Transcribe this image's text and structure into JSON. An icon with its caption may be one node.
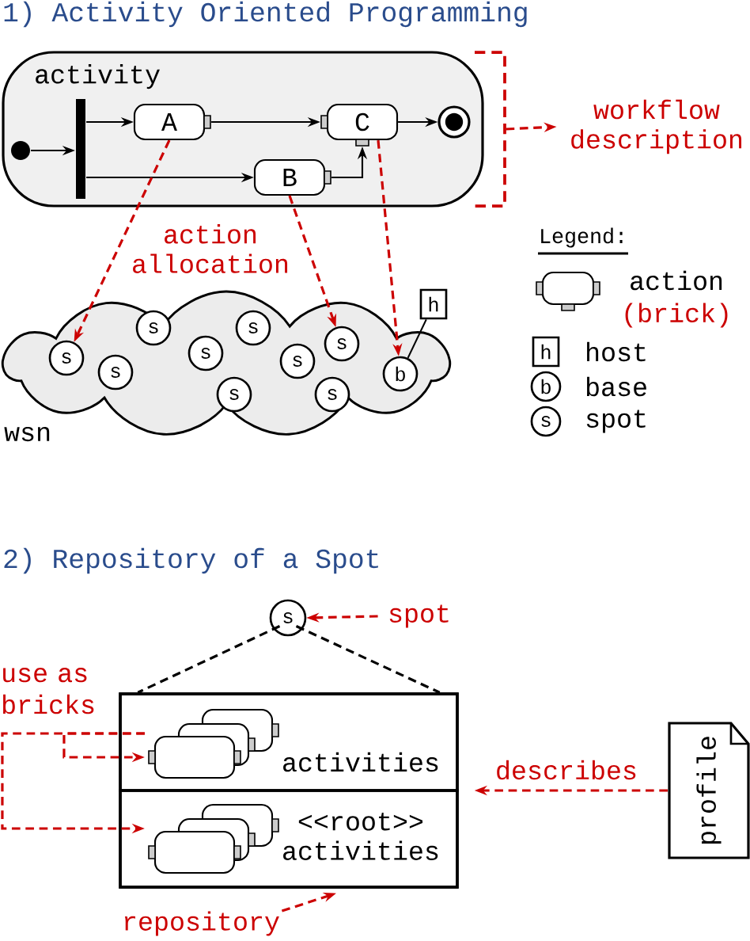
{
  "diagram": {
    "title": "1) Activity Oriented Programming",
    "nodes": [
      {
        "text": [
          "activity"
        ]
      },
      {
        "text": [],
        "shape": "circle",
        "in": 0
      },
      {
        "text": [],
        "shape": "bar",
        "in": 0
      },
      {
        "text": [
          "A"
        ],
        "in": 0
      },
      {
        "text": [
          "C"
        ],
        "in": 0
      },
      {
        "text": [],
        "shape": "circle",
        "in": 0
      },
      {
        "text": [
          "B"
        ],
        "in": 0
      },
      {
        "text": [
          "workflow description"
        ]
      },
      {
        "text": [
          "wsn"
        ]
      },
      {
        "text": [
          "s"
        ],
        "in": 8
      },
      {
        "text": [
          "s"
        ],
        "in": 8
      },
      {
        "text": [
          "s"
        ],
        "in": 8
      },
      {
        "text": [
          "s"
        ],
        "in": 8
      },
      {
        "text": [
          "s"
        ],
        "in": 8
      },
      {
        "text": [
          "s"
        ],
        "in": 8
      },
      {
        "text": [
          "s"
        ],
        "in": 8
      },
      {
        "text": [
          "s"
        ],
        "in": 8
      },
      {
        "text": [
          "s"
        ],
        "in": 8
      },
      {
        "text": [
          "b"
        ],
        "in": 8
      },
      {
        "text": [
          "h"
        ]
      },
      {
        "text": [
          "s"
        ]
      },
      {
        "text": [
          "spot"
        ]
      },
      {
        "text": [],
        "shape": "box"
      },
      {
        "text": [
          "activities"
        ],
        "in": 22
      },
      {
        "text": [],
        "shape": "box",
        "in": 23
      },
      {
        "text": [
          "<<root>> activities"
        ],
        "in": 22
      },
      {
        "text": [],
        "shape": "box",
        "in": 25
      },
      {
        "text": [
          "profile"
        ]
      },
      {
        "text": [
          "repository"
        ]
      }
    ],
    "edges": [
      {
        "from": 1,
        "to": 2,
        "arrow": "to"
      },
      {
        "from": 2,
        "to": 3,
        "arrow": "to"
      },
      {
        "from": 2,
        "to": 6,
        "arrow": "to"
      },
      {
        "from": 3,
        "to": 4,
        "arrow": "to"
      },
      {
        "from": 6,
        "to": 4,
        "arrow": "to"
      },
      {
        "from": 4,
        "to": 5,
        "arrow": "to"
      },
      {
        "from": 0,
        "to": 7,
        "arrow": "to",
        "style": "dashed",
        "color": "#cc0000"
      },
      {
        "from": 3,
        "to": 9,
        "arrow": "to",
        "style": "dashed",
        "color": "#cc0000"
      },
      {
        "from": 6,
        "to": 17,
        "arrow": "to",
        "style": "dashed",
        "color": "#cc0000"
      },
      {
        "from": 4,
        "to": 18,
        "arrow": "to",
        "style": "dashed",
        "color": "#cc0000"
      },
      {
        "from": 19,
        "to": 18,
        "arrow": "none"
      },
      {
        "from": 21,
        "to": 20,
        "arrow": "to",
        "style": "dashed",
        "color": "#cc0000"
      },
      {
        "from": 20,
        "to": 22,
        "arrow": "none",
        "style": "dashed"
      },
      {
        "from": 20,
        "to": 22,
        "arrow": "none",
        "style": "dashed"
      },
      {
        "from": 24,
        "to": 26,
        "arrow": "to",
        "label": "use as bricks",
        "style": "dashed",
        "color": "#cc0000"
      },
      {
        "from": 24,
        "to": 24,
        "arrow": "to",
        "style": "dashed",
        "color": "#cc0000"
      },
      {
        "from": 27,
        "to": 22,
        "arrow": "to",
        "label": "describes",
        "style": "dashed",
        "color": "#cc0000"
      },
      {
        "from": 28,
        "to": 22,
        "arrow": "to",
        "style": "dashed",
        "color": "#cc0000"
      }
    ],
    "labels": [
      "action allocation",
      "Legend:",
      "(brick)",
      "h",
      "b",
      "s",
      "2) Repository of a Spot"
    ],
    "legend": [
      {
        "text": "action"
      },
      {
        "text": "host"
      },
      {
        "text": "base"
      },
      {
        "text": "spot"
      }
    ]
  }
}
